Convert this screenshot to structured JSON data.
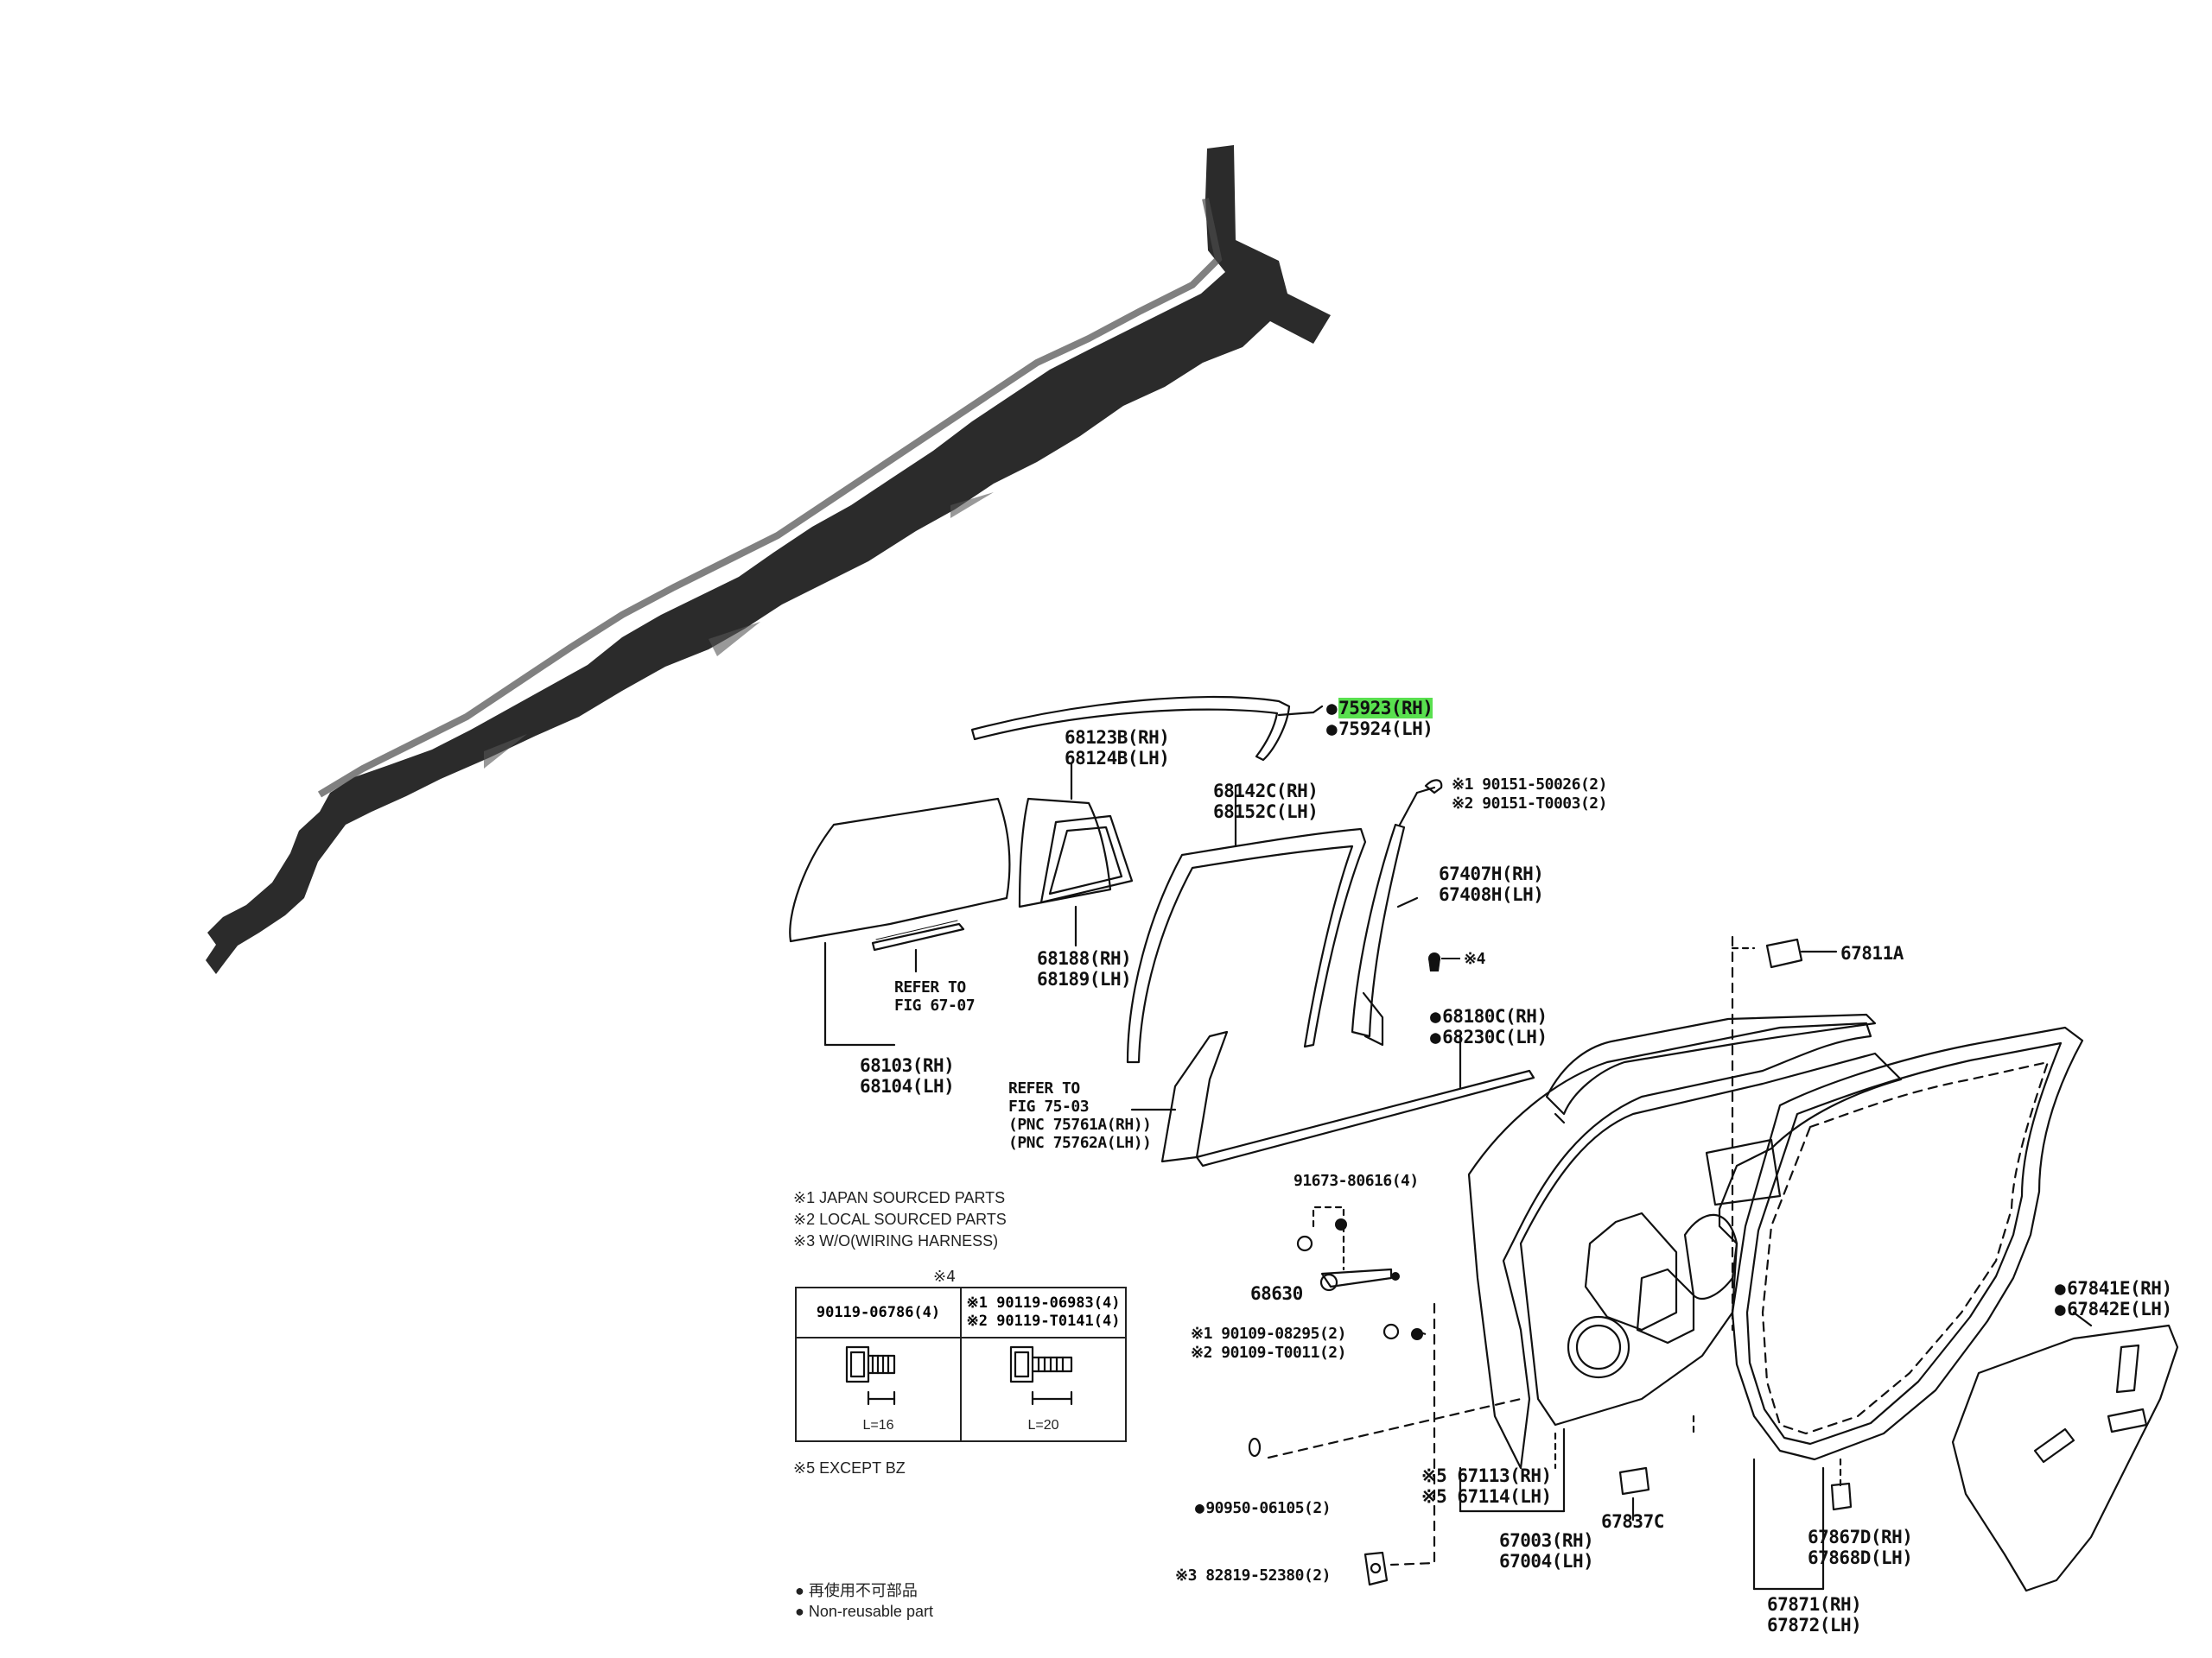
{
  "callouts": {
    "p75923": "75923(RH)",
    "p75924": "75924(LH)",
    "p68123b": "68123B(RH)",
    "p68124b": "68124B(LH)",
    "p68142c": "68142C(RH)",
    "p68152c": "68152C(LH)",
    "bolt_j": "※1 90151-50026(2)",
    "bolt_l": "※2 90151-T0003(2)",
    "p67407h": "67407H(RH)",
    "p67408h": "67408H(LH)",
    "note4": "※4",
    "p68188": "68188(RH)",
    "p68189": "68189(LH)",
    "p67811a": "67811A",
    "refer1_line1": "REFER TO",
    "refer1_line2": "FIG 67-07",
    "p68180c": "68180C(RH)",
    "p68230c": "68230C(LH)",
    "p68103": "68103(RH)",
    "p68104": "68104(LH)",
    "refer2_line1": "REFER TO",
    "refer2_line2": "FIG 75-03",
    "refer2_line3": "(PNC 75761A(RH))",
    "refer2_line4": "(PNC 75762A(LH))",
    "p91673": "91673-80616(4)",
    "p68630": "68630",
    "p90109_j": "※1 90109-08295(2)",
    "p90109_l": "※2 90109-T0011(2)",
    "p67841e": "67841E(RH)",
    "p67842e": "67842E(LH)",
    "p67113": "※5 67113(RH)",
    "p67114": "※5 67114(LH)",
    "p90950": "90950-06105(2)",
    "p67003": "67003(RH)",
    "p67004": "67004(LH)",
    "p67837c": "67837C",
    "p67867d": "67867D(RH)",
    "p67868d": "67868D(LH)",
    "p82819": "※3 82819-52380(2)",
    "p67871": "67871(RH)",
    "p67872": "67872(LH)"
  },
  "notes": {
    "n1": "※1 JAPAN SOURCED PARTS",
    "n2": "※2 LOCAL SOURCED PARTS",
    "n3": "※3 W/O(WIRING HARNESS)",
    "table_title": "※4",
    "n5": "※5 EXCEPT BZ"
  },
  "bolt_table": {
    "col1_header": "90119-06786(4)",
    "col2_header_1": "※1 90119-06983(4)",
    "col2_header_2": "※2 90119-T0141(4)",
    "col1_length": "L=16",
    "col2_length": "L=20"
  },
  "legend": {
    "jp": "再使用不可部品",
    "en": "Non-reusable part"
  },
  "colors": {
    "highlight": "#59e04f",
    "ink": "#111111",
    "weatherstrip": "#2b2b2b"
  }
}
